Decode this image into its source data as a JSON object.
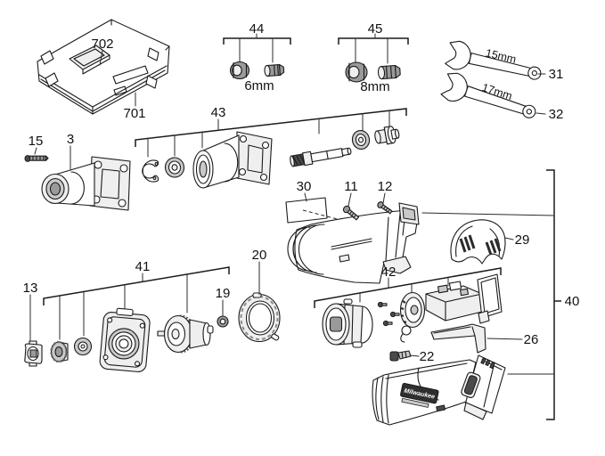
{
  "diagram": {
    "background": "#ffffff",
    "line_color": "#1a1a1a",
    "labels": {
      "case_lid": "702",
      "case": "701",
      "collet_set_6mm": "44",
      "collet_set_6mm_size": "6mm",
      "collet_set_8mm": "45",
      "collet_set_8mm_size": "8mm",
      "wrench_15mm": "31",
      "wrench_15mm_size": "15mm",
      "wrench_17mm": "32",
      "wrench_17mm_size": "17mm",
      "spindle_assembly": "43",
      "screw_front": "15",
      "front_cap": "3",
      "nameplate": "30",
      "screw_top": "11",
      "screw_boss": "12",
      "vent_cover": "29",
      "housing_assembly": "40",
      "gearcase_assembly": "41",
      "coupling": "13",
      "bearing_small": "19",
      "gear_cover": "20",
      "motor_assembly": "42",
      "belt_clip": "26",
      "switch": "22"
    },
    "branding": {
      "logo": "Milwaukee"
    }
  }
}
